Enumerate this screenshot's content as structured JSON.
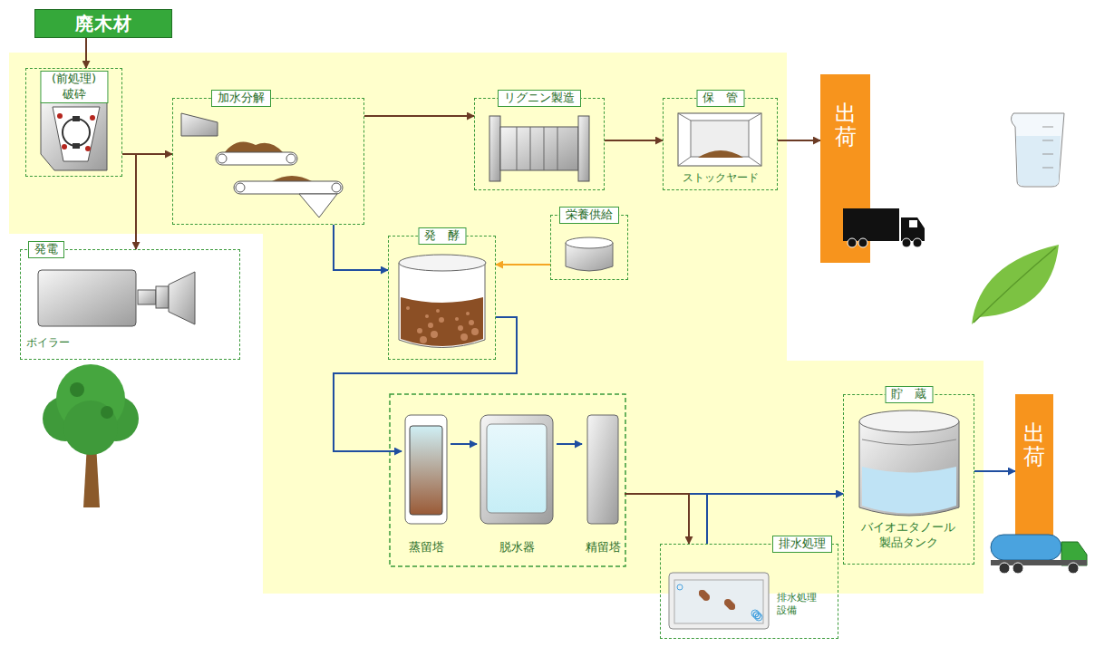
{
  "diagram": {
    "nodes": [
      {
        "text": [
          "廃木材"
        ]
      },
      {
        "text": [
          "(前処理) 破砕"
        ]
      },
      {
        "text": [
          "加水分解"
        ]
      },
      {
        "text": [
          "リグニン製造"
        ]
      },
      {
        "text": [
          "保　管",
          "ストックヤード"
        ]
      },
      {
        "text": [
          "出荷"
        ]
      },
      {
        "text": [
          "発電",
          "ボイラー"
        ]
      },
      {
        "text": [
          "発　酵"
        ]
      },
      {
        "text": [
          "栄養供給"
        ]
      },
      {
        "text": [
          "蒸留塔"
        ]
      },
      {
        "text": [
          "脱水器"
        ]
      },
      {
        "text": [
          "精留塔"
        ]
      },
      {
        "text": [
          "貯　蔵",
          "バイオエタノール 製品タンク"
        ]
      },
      {
        "text": [
          "出荷"
        ]
      },
      {
        "text": [
          "排水処理",
          "排水処理 設備"
        ]
      }
    ],
    "edges": [
      {
        "from": 0,
        "to": 1,
        "arrow": "to"
      },
      {
        "from": 1,
        "to": 2,
        "arrow": "to"
      },
      {
        "from": 1,
        "to": 6,
        "arrow": "to"
      },
      {
        "from": 2,
        "to": 3,
        "arrow": "to"
      },
      {
        "from": 3,
        "to": 4,
        "arrow": "to"
      },
      {
        "from": 4,
        "to": 5,
        "arrow": "to"
      },
      {
        "from": 2,
        "to": 7,
        "arrow": "to"
      },
      {
        "from": 8,
        "to": 7,
        "arrow": "to"
      },
      {
        "from": 7,
        "to": 9,
        "arrow": "to"
      },
      {
        "from": 9,
        "to": 10,
        "arrow": "to"
      },
      {
        "from": 10,
        "to": 11,
        "arrow": "to"
      },
      {
        "from": 11,
        "to": 12,
        "arrow": "to"
      },
      {
        "from": 12,
        "to": 13,
        "arrow": "to"
      },
      {
        "from": 11,
        "to": 14,
        "arrow": "to"
      },
      {
        "from": 14,
        "to": 12,
        "arrow": "to"
      }
    ]
  }
}
